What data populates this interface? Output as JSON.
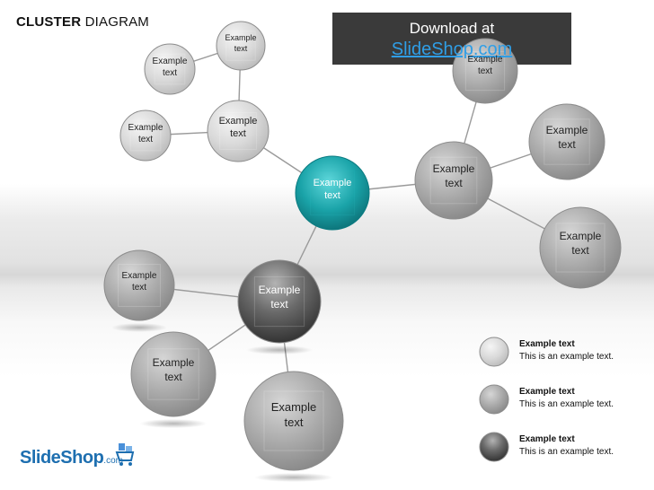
{
  "title": {
    "bold": "CLUSTER",
    "rest": " DIAGRAM"
  },
  "download": {
    "line1": "Download at",
    "line2": "SlideShop.com"
  },
  "nodes": [
    {
      "id": "center",
      "line1": "Example",
      "line2": "text",
      "style": "teal"
    },
    {
      "id": "top-left-hub",
      "line1": "Example",
      "line2": "text",
      "style": "light"
    },
    {
      "id": "top-left-top",
      "line1": "Example",
      "line2": "text",
      "style": "light"
    },
    {
      "id": "top-left-mid",
      "line1": "Example",
      "line2": "text",
      "style": "light"
    },
    {
      "id": "top-left-far",
      "line1": "Example",
      "line2": "text",
      "style": "light"
    },
    {
      "id": "right-hub",
      "line1": "Example",
      "line2": "text",
      "style": "medium"
    },
    {
      "id": "right-top",
      "line1": "Example",
      "line2": "text",
      "style": "medium"
    },
    {
      "id": "right-mid",
      "line1": "Example",
      "line2": "text",
      "style": "medium"
    },
    {
      "id": "right-low",
      "line1": "Example",
      "line2": "text",
      "style": "medium"
    },
    {
      "id": "bottom-hub",
      "line1": "Example",
      "line2": "text",
      "style": "dark"
    },
    {
      "id": "bottom-left",
      "line1": "Example",
      "line2": "text",
      "style": "medium"
    },
    {
      "id": "bottom-mid-left",
      "line1": "Example",
      "line2": "text",
      "style": "medium"
    },
    {
      "id": "bottom-center",
      "line1": "Example",
      "line2": "text",
      "style": "medium"
    }
  ],
  "legend": [
    {
      "title": "Example text",
      "desc": "This is an example text.",
      "style": "light"
    },
    {
      "title": "Example text",
      "desc": "This is an example text.",
      "style": "medium"
    },
    {
      "title": "Example text",
      "desc": "This is an example text.",
      "style": "dark"
    }
  ],
  "logo": {
    "main": "SlideShop",
    "suffix": ".com"
  },
  "colors": {
    "teal": "#1aa3a8",
    "download_bg": "#3a3a3a",
    "link": "#2f9ee6",
    "logo": "#1e6fb0"
  }
}
